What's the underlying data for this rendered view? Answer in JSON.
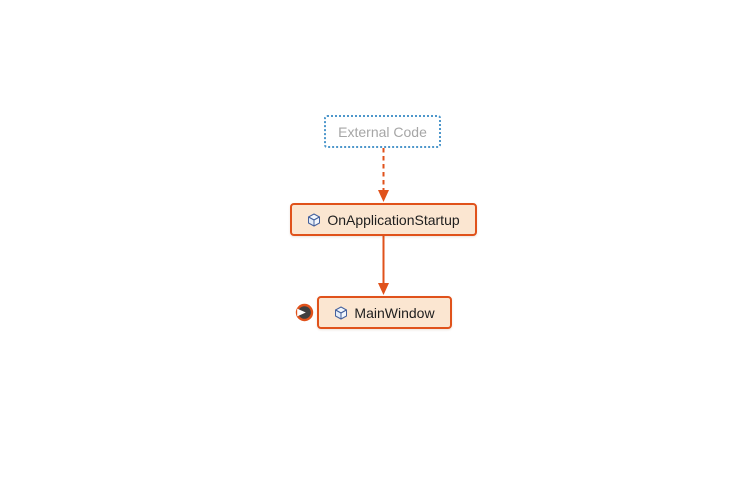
{
  "diagram": {
    "kind": "call-graph",
    "nodes": {
      "external": {
        "id": "external-code",
        "label": "External Code",
        "style": "external-dotted"
      },
      "startup": {
        "id": "onapplicationstartup",
        "label": "OnApplicationStartup",
        "icon": "method-cube-icon",
        "style": "method"
      },
      "main": {
        "id": "mainwindow",
        "label": "MainWindow",
        "icon": "method-cube-icon",
        "style": "method",
        "badge": "expand-badge"
      }
    },
    "edges": [
      {
        "from": "external-code",
        "to": "onapplicationstartup",
        "style": "dashed-orange-arrow"
      },
      {
        "from": "onapplicationstartup",
        "to": "mainwindow",
        "style": "solid-orange-arrow"
      }
    ],
    "colors": {
      "background": "#FFFFFF",
      "node_border": "#E0521B",
      "node_fill": "#FBE6D1",
      "edge": "#E0521B",
      "external_border": "#4E97CB",
      "external_text": "#A6A6A6",
      "label_text": "#1E1E1E",
      "icon_stroke": "#45619D",
      "badge_fill": "#3F3F3F"
    }
  }
}
